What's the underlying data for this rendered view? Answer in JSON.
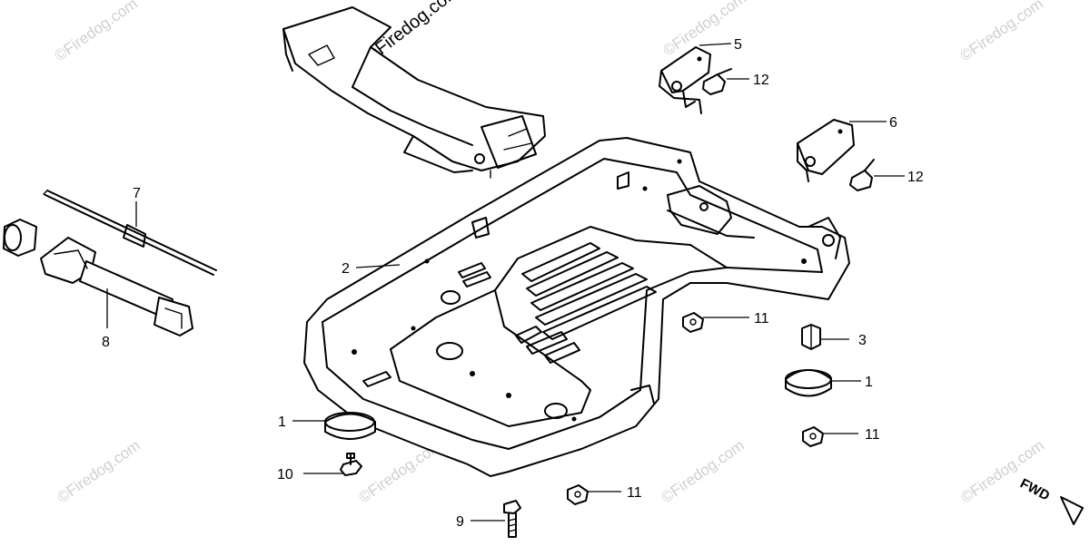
{
  "diagram": {
    "callouts": [
      "5",
      "12",
      "6",
      "12",
      "7",
      "2",
      "8",
      "11",
      "3",
      "1",
      "1",
      "11",
      "10",
      "11",
      "9"
    ],
    "watermark": "©Firedog.com",
    "direction_label": "FWD"
  }
}
